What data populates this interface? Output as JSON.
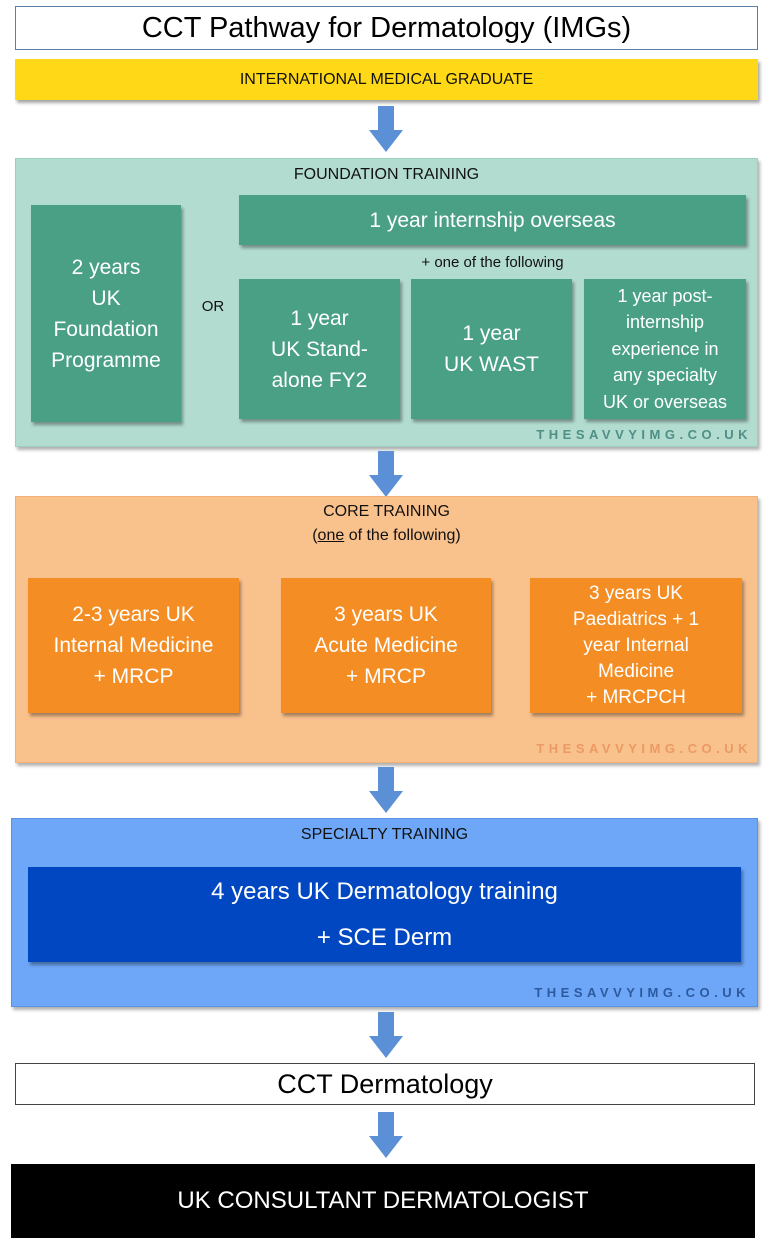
{
  "title": "CCT Pathway for Dermatology (IMGs)",
  "start": "INTERNATIONAL MEDICAL GRADUATE",
  "foundation": {
    "label": "FOUNDATION TRAINING",
    "uk_programme": [
      "2 years",
      "UK",
      "Foundation",
      "Programme"
    ],
    "or_label": "OR",
    "internship": "1 year internship overseas",
    "plus_one": "+ one of the following",
    "options": [
      [
        "1 year",
        "UK Stand-",
        "alone FY2"
      ],
      [
        "1 year",
        "UK WAST"
      ],
      [
        "1 year post-",
        "internship",
        "experience in",
        "any specialty",
        "UK or overseas"
      ]
    ],
    "watermark": "THESAVVYIMG.CO.UK"
  },
  "core": {
    "label": "CORE TRAINING",
    "sub_prefix": "(",
    "sub_underlined": "one",
    "sub_suffix": " of the following)",
    "options": [
      [
        "2-3 years UK",
        "Internal Medicine",
        "+ MRCP"
      ],
      [
        "3 years UK",
        "Acute Medicine",
        "+ MRCP"
      ],
      [
        "3 years UK",
        "Paediatrics +  1",
        "year Internal",
        "Medicine",
        "+ MRCPCH"
      ]
    ],
    "watermark": "THESAVVYIMG.CO.UK"
  },
  "specialty": {
    "label": "SPECIALTY TRAINING",
    "box_lines": [
      "4 years UK Dermatology training",
      "+ SCE Derm"
    ],
    "watermark": "THESAVVYIMG.CO.UK"
  },
  "cct": "CCT Dermatology",
  "end": "UK CONSULTANT DERMATOLOGIST",
  "colors": {
    "yellow": "#ffd817",
    "foundation_bg": "#b2dccf",
    "green_box": "#4aa085",
    "core_bg": "#f9c18c",
    "orange_box": "#f48d23",
    "specialty_bg": "#6ea7f7",
    "blue_box": "#0047c1",
    "arrow": "#5b8fd6",
    "watermark_green": "#4f8f86",
    "watermark_orange": "#ec9a63",
    "watermark_blue": "#2d5a9f"
  }
}
